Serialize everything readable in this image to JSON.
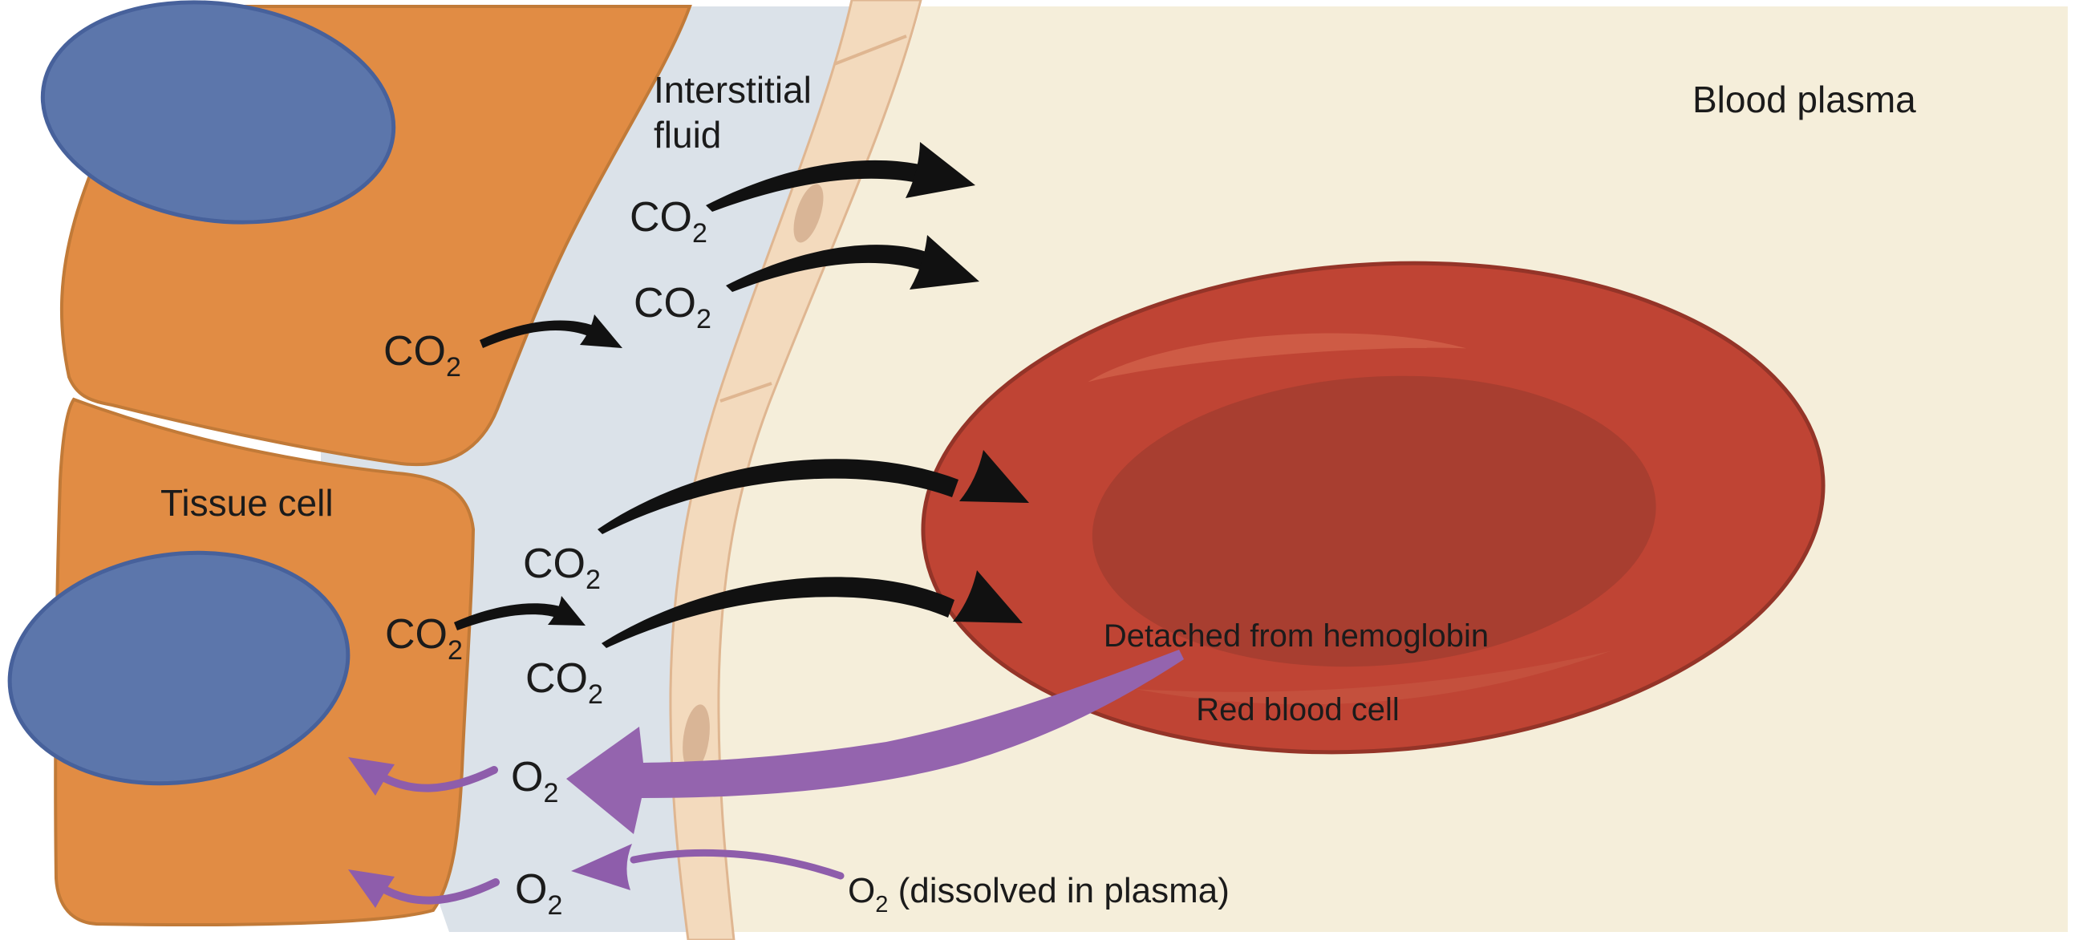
{
  "figure": {
    "labels": {
      "interstitial_line1": "Interstitial",
      "interstitial_line2": "fluid",
      "blood_plasma": "Blood plasma",
      "tissue_cell": "Tissue cell",
      "detached": "Detached from hemoglobin",
      "red_blood_cell": "Red blood cell",
      "dissolved_rest": " (dissolved in plasma)"
    },
    "molecules": {
      "co2_base": "CO",
      "co2_sub": "2",
      "o2_base": "O",
      "o2_sub": "2"
    },
    "colors": {
      "background": "#ffffff",
      "tissue_cell": "#e18c44",
      "tissue_cell_outline": "#c17a38",
      "nucleus": "#5c76ab",
      "nucleus_outline": "#47619b",
      "interstitial_fluid": "#dbe2e9",
      "blood_plasma": "#f5eeda",
      "capillary_wall": "#f3dabd",
      "capillary_wall_outline": "#dfb691",
      "endothelial_nucleus": "#d9b596",
      "red_blood_cell": "#bf4434",
      "rbc_outline": "#943428",
      "rbc_depression": "#a83e30",
      "rbc_highlight": "#ce5b45",
      "rbc_lower_highlight": "#c65440",
      "co2_arrow": "#111111",
      "o2_arrow": "#8e5dab",
      "o2_arrow_bold": "#9464ae",
      "text": "#1b1b1b"
    }
  }
}
